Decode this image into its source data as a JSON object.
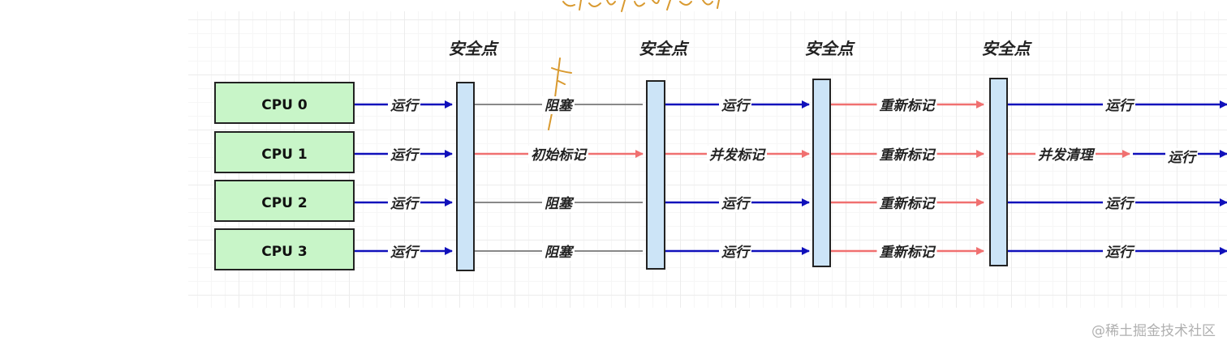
{
  "safepoint_label": "安全点",
  "cpus": [
    "CPU 0",
    "CPU 1",
    "CPU 2",
    "CPU 3"
  ],
  "segments": [
    [
      "运行",
      "运行",
      "运行",
      "运行"
    ],
    [
      "阻塞",
      "初始标记",
      "阻塞",
      "阻塞"
    ],
    [
      "运行",
      "并发标记",
      "运行",
      "运行"
    ],
    [
      "重新标记",
      "重新标记",
      "重新标记",
      "重新标记"
    ],
    [
      "运行",
      "并发清理",
      "运行",
      "运行"
    ]
  ],
  "tail_label": "运行",
  "colors": {
    "run": "#1010bb",
    "block": "#888888",
    "gc": "#f07070",
    "cpu_fill": "#c8f5c8",
    "safepoint_fill": "#cce4f7",
    "handwriting": "#d99a30"
  },
  "watermark": "@稀土掘金技术社区"
}
